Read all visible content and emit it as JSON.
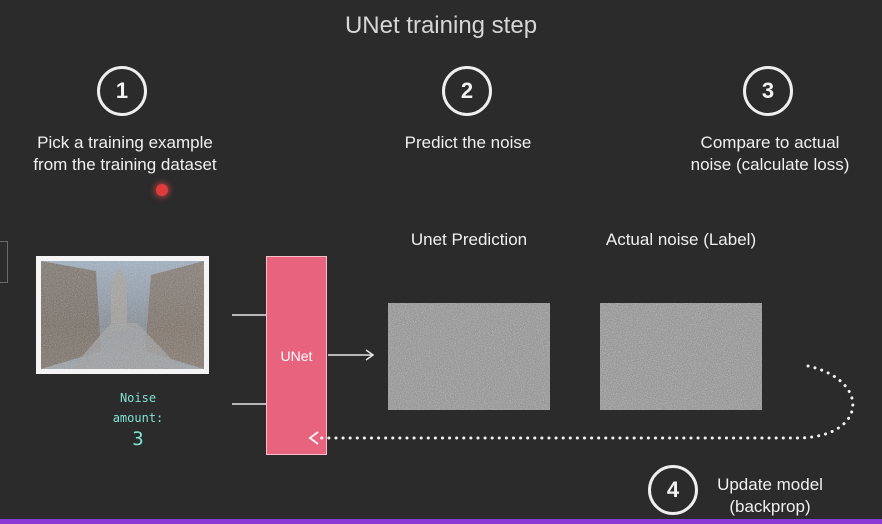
{
  "title": "UNet training step",
  "steps": [
    {
      "number": "1",
      "lines": [
        "Pick a training example",
        "from the training dataset"
      ]
    },
    {
      "number": "2",
      "lines": [
        "Predict the noise"
      ]
    },
    {
      "number": "3",
      "lines": [
        "Compare to actual",
        "noise (calculate loss)"
      ]
    },
    {
      "number": "4",
      "lines": [
        "Update model",
        "(backprop)"
      ]
    }
  ],
  "labels": {
    "unet_prediction": "Unet Prediction",
    "actual_noise": "Actual noise (Label)",
    "unet": "UNet"
  },
  "noise": {
    "label_line1": "Noise",
    "label_line2": "amount:",
    "value": "3"
  },
  "colors": {
    "background": "#2b2b2b",
    "unet_block": "#e8637e",
    "noise_caption": "#7fe3d2",
    "cursor_dot": "#e23b3b",
    "bottom_bar": "#8a3bd6"
  }
}
